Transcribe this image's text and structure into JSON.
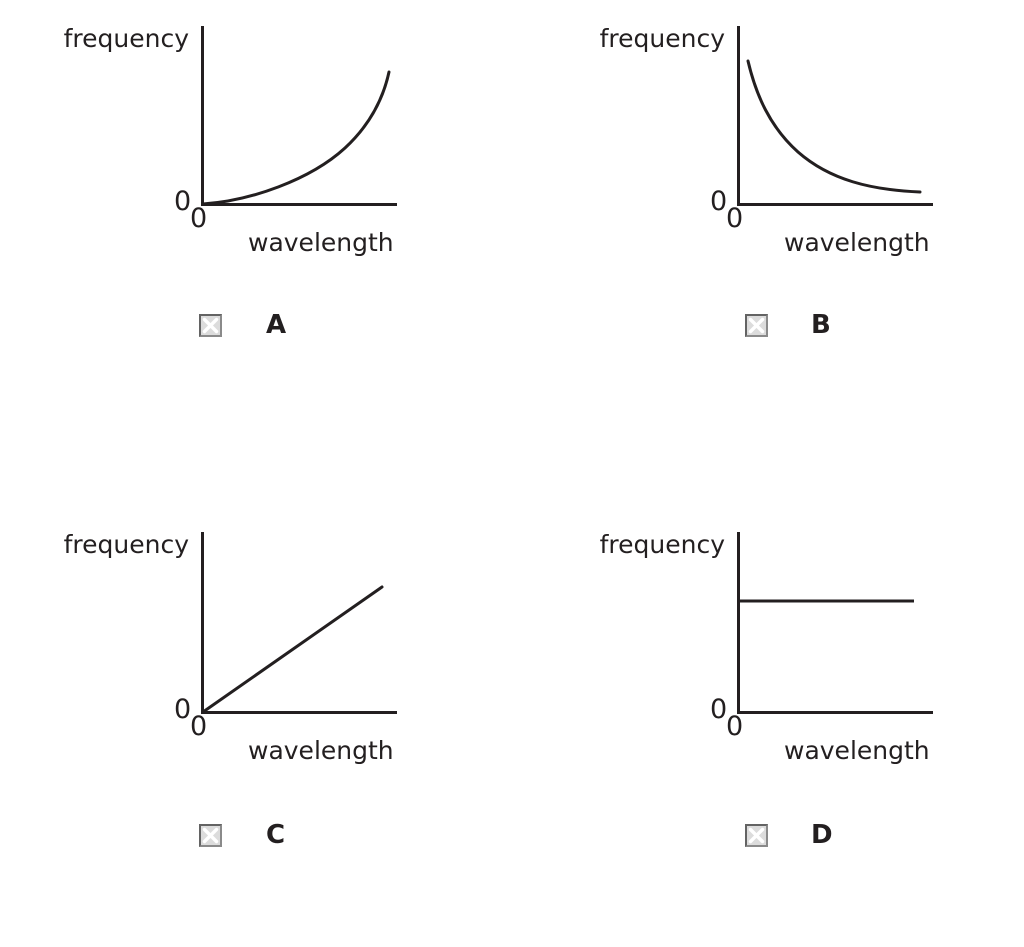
{
  "question": {
    "axis_labels": {
      "y": "frequency",
      "x": "wavelength",
      "origin_y": "0",
      "origin_x": "0"
    },
    "choice_icon": "broken-image-placeholder-icon",
    "options": [
      {
        "id": "A",
        "label": "A",
        "relationship": "increasing-convex"
      },
      {
        "id": "B",
        "label": "B",
        "relationship": "decreasing-inverse"
      },
      {
        "id": "C",
        "label": "C",
        "relationship": "increasing-linear"
      },
      {
        "id": "D",
        "label": "D",
        "relationship": "constant"
      }
    ]
  },
  "colors": {
    "ink": "#231f20",
    "axis": "#231f20",
    "curve": "#231f20",
    "box_fill": "#dcdcdc",
    "box_border": "#636363",
    "box_glyph": "#ffffff",
    "background": "#ffffff"
  },
  "chart_data": [
    {
      "type": "line",
      "title": "A",
      "xlabel": "wavelength",
      "ylabel": "frequency",
      "xlim": [
        0,
        10
      ],
      "ylim": [
        0,
        10
      ],
      "grid": false,
      "legend": "none",
      "xticks": [
        "0"
      ],
      "yticks": [
        "0"
      ],
      "annotation": "frequency increases with wavelength, curving upward (convex / power-law like)",
      "x": [
        0,
        1,
        2,
        3,
        4,
        5,
        6,
        7,
        8,
        9,
        10
      ],
      "y": [
        0,
        0.09,
        0.36,
        0.81,
        1.44,
        2.25,
        3.24,
        4.41,
        5.76,
        7.29,
        9.0
      ]
    },
    {
      "type": "line",
      "title": "B",
      "xlabel": "wavelength",
      "ylabel": "frequency",
      "xlim": [
        0,
        10
      ],
      "ylim": [
        0,
        10
      ],
      "grid": false,
      "legend": "none",
      "xticks": [
        "0"
      ],
      "yticks": [
        "0"
      ],
      "annotation": "frequency decreases as wavelength increases, inverse proportional decay approaching zero",
      "x": [
        0.4,
        0.8,
        1.2,
        1.8,
        2.4,
        3.2,
        4.0,
        5.0,
        6.0,
        7.0,
        8.0,
        9.0
      ],
      "y": [
        9.4,
        6.1,
        4.4,
        3.1,
        2.3,
        1.8,
        1.4,
        1.1,
        0.95,
        0.85,
        0.8,
        0.78
      ]
    },
    {
      "type": "line",
      "title": "C",
      "xlabel": "wavelength",
      "ylabel": "frequency",
      "xlim": [
        0,
        10
      ],
      "ylim": [
        0,
        10
      ],
      "grid": false,
      "legend": "none",
      "xticks": [
        "0"
      ],
      "yticks": [
        "0"
      ],
      "annotation": "frequency increases linearly and directly with wavelength through the origin",
      "x": [
        0,
        2,
        4,
        6,
        8,
        9.3
      ],
      "y": [
        0,
        1.5,
        3.0,
        4.5,
        6.0,
        7.0
      ]
    },
    {
      "type": "line",
      "title": "D",
      "xlabel": "wavelength",
      "ylabel": "frequency",
      "xlim": [
        0,
        10
      ],
      "ylim": [
        0,
        10
      ],
      "grid": false,
      "legend": "none",
      "xticks": [
        "0"
      ],
      "yticks": [
        "0"
      ],
      "annotation": "frequency stays constant regardless of wavelength (flat horizontal line)",
      "x": [
        0,
        2,
        4,
        6,
        8,
        9.3
      ],
      "y": [
        6.2,
        6.2,
        6.2,
        6.2,
        6.2,
        6.2
      ]
    }
  ]
}
